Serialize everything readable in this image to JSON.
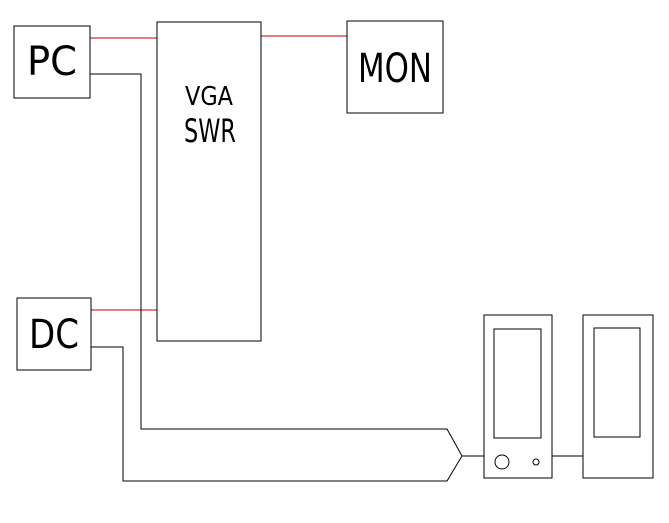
{
  "labels": {
    "pc": "PC",
    "dc": "DC",
    "vga_line1": "VGA",
    "vga_line2": "SWR",
    "monitor": "MON"
  },
  "colors": {
    "signal_wire": "#c00000",
    "control_wire": "#000000",
    "background": "#ffffff"
  }
}
